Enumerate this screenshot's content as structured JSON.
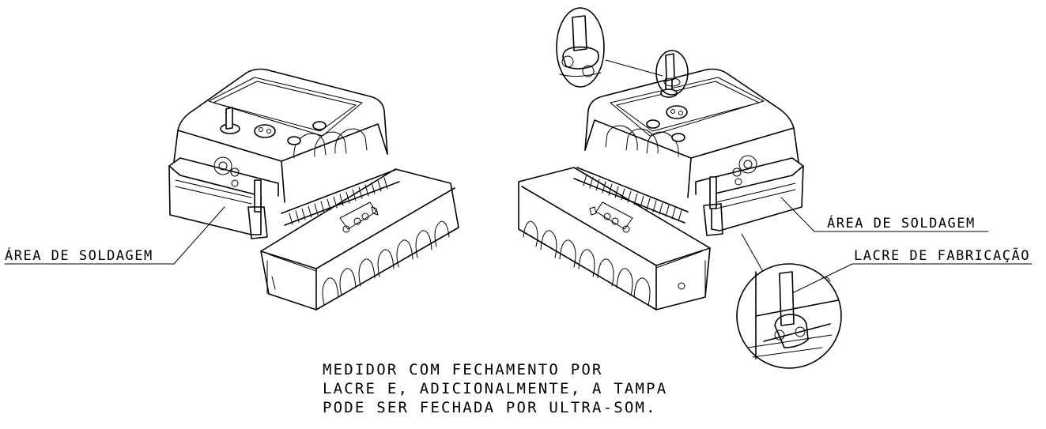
{
  "labels": {
    "left_weld_area": "ÁREA DE SOLDAGEM",
    "right_weld_area": "ÁREA DE SOLDAGEM",
    "factory_seal": "LACRE DE FABRICAÇÃO"
  },
  "note": {
    "lines": [
      "MEDIDOR COM FECHAMENTO POR",
      "LACRE E, ADICIONALMENTE, A TAMPA",
      "PODE SER FECHADA POR ULTRA-SOM."
    ]
  }
}
